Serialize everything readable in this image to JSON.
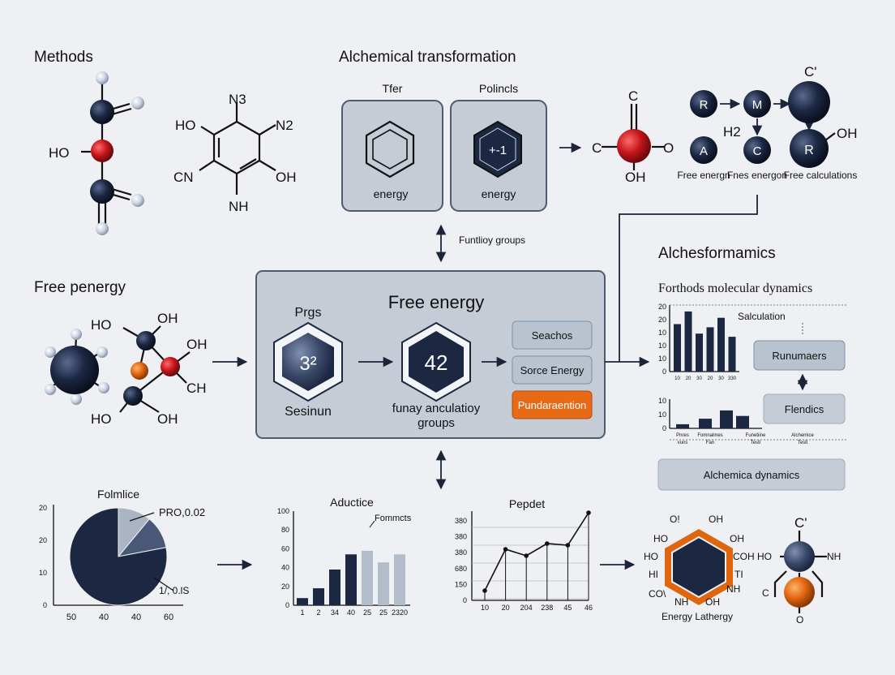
{
  "colors": {
    "navy": "#1c2742",
    "red": "#c4161c",
    "orange": "#e0650f",
    "panel": "#c5ccd6",
    "bg": "#eef0f3",
    "accent": "#e76a16"
  },
  "methods": {
    "title": "Methods",
    "mol1": {
      "ho": "HO"
    },
    "mol2": {
      "n3": "N3",
      "ho": "HO",
      "n2": "N2",
      "cn": "CN",
      "oh": "OH",
      "nh": "NH"
    }
  },
  "alchemical": {
    "title": "Alchemical transformation",
    "box1": {
      "header": "Tfer",
      "label": "energy"
    },
    "box2": {
      "header": "Polincls",
      "label": "energy",
      "hex_text": "+-1"
    },
    "link_label": "Funtlioy groups"
  },
  "molecule_co": {
    "c_top": "C",
    "c_left": "C",
    "o_right": "O",
    "oh_bottom": "OH"
  },
  "schema_top_right": {
    "nodes": [
      "R",
      "M",
      "A",
      "C",
      "R"
    ],
    "big_top": "C'",
    "h2": "H2",
    "oh": "OH",
    "captions": [
      "Free energn",
      "Fnes energon",
      "Free calculations"
    ]
  },
  "free_penergy": {
    "title": "Free penergy",
    "labels": [
      "HO",
      "OH",
      "OH",
      "CH",
      "HO",
      "OH"
    ]
  },
  "central": {
    "title": "Free energy",
    "left_header": "Prgs",
    "hex1": "3²",
    "left_caption": "Sesinun",
    "hex2": "42",
    "mid_caption_1": "funay anculatioy",
    "mid_caption_2": "groups",
    "buttons": [
      "Seachos",
      "Sorce Energy",
      "Pundaraention"
    ]
  },
  "right_panel": {
    "title": "Alchesformamics",
    "subtitle": "Forthods molecular dynamics",
    "calc_label": "Salculation",
    "box1": "Runumaers",
    "box2": "Flendics",
    "box3": "Alchemica dynamics"
  },
  "chart_data": [
    {
      "type": "pie",
      "title": "Folmlice",
      "slices": [
        {
          "name": "",
          "value": 78
        },
        {
          "name": "",
          "value": 11
        },
        {
          "name": "",
          "value": 11
        }
      ],
      "annotations": [
        "PRO,0.02",
        "1/, 0.lS"
      ],
      "y_ticks": [
        "20",
        "20",
        "10",
        "0"
      ],
      "x_ticks": [
        "50",
        "40",
        "40",
        "60"
      ]
    },
    {
      "type": "bar",
      "title": "Aductice",
      "legend": "Fommcts",
      "categories": [
        "1",
        "2",
        "34",
        "40",
        "25",
        "25",
        "2320"
      ],
      "values": [
        8,
        19,
        40,
        57,
        61,
        48,
        57
      ],
      "highlight": [
        false,
        false,
        false,
        false,
        true,
        true,
        true
      ],
      "y_ticks": [
        "100",
        "80",
        "60",
        "40",
        "20",
        "0"
      ],
      "ylim": [
        0,
        100
      ]
    },
    {
      "type": "line",
      "title": "Pepdet",
      "x_ticks": [
        "10",
        "20",
        "204",
        "238",
        "45",
        "46"
      ],
      "y_ticks": [
        "380",
        "380",
        "380",
        "680",
        "150",
        "0"
      ],
      "points": [
        [
          0,
          12
        ],
        [
          1,
          63
        ],
        [
          2,
          55
        ],
        [
          3,
          70
        ],
        [
          4,
          68
        ],
        [
          5,
          108
        ]
      ]
    },
    {
      "type": "bar",
      "title": "",
      "categories": [
        "10",
        "20",
        "30",
        "20",
        "30",
        "330"
      ],
      "values": [
        15,
        19,
        12,
        14,
        17,
        11
      ],
      "y_ticks": [
        "20",
        "20",
        "10",
        "10",
        "10",
        "0"
      ],
      "ylim": [
        0,
        20
      ]
    },
    {
      "type": "bar",
      "title": "",
      "categories": [
        "Pnres vuns",
        "Fomnalmes Fan",
        "Funetiine Testl",
        "Alchemice Testl"
      ],
      "values": [
        1.5,
        3.5,
        6.5,
        4.5
      ],
      "y_ticks": [
        "10",
        "10",
        "0"
      ],
      "ylim": [
        0,
        10
      ]
    }
  ],
  "energy_lathergy": {
    "caption": "Energy Lathergy",
    "labels": [
      "O!",
      "OH",
      "HO",
      "OH",
      "HO",
      "COH",
      "HI",
      "TI",
      "CO\\",
      "NH",
      "NH",
      "OH"
    ]
  },
  "final_mol": {
    "top": "C'",
    "ho": "HO",
    "nh": "NH",
    "c": "C",
    "o": "O"
  }
}
